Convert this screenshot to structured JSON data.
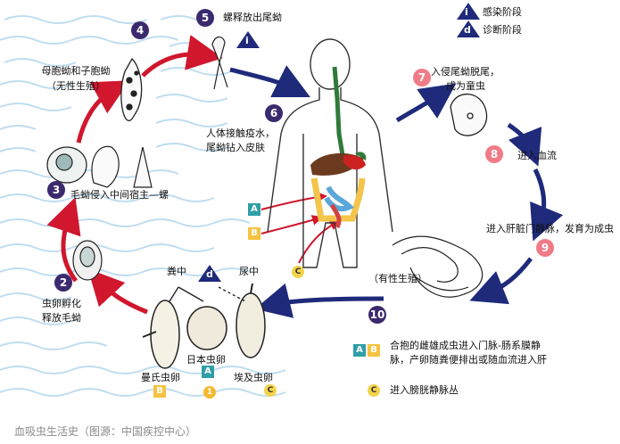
{
  "legend": {
    "infective_stage": "感染阶段",
    "diagnostic_stage": "诊断阶段",
    "infective_symbol": "i",
    "diagnostic_symbol": "d"
  },
  "steps": {
    "s2": {
      "num": "2",
      "text_lines": [
        "虫卵孵化",
        "释放毛蚴"
      ]
    },
    "s3": {
      "num": "3",
      "text": "毛蚴侵入中间宿主—螺"
    },
    "s4": {
      "num": "4",
      "text_lines": [
        "母胞蚴和子胞蚴",
        "（无性生殖）"
      ]
    },
    "s5": {
      "num": "5",
      "text": "螺释放出尾蚴"
    },
    "s6": {
      "num": "6",
      "text_lines": [
        "人体接触疫水，",
        "尾蚴钻入皮肤"
      ]
    },
    "s7": {
      "num": "7",
      "text_lines": [
        "入侵尾蚴脱尾，",
        "成为童虫"
      ]
    },
    "s8": {
      "num": "8",
      "text": "进入血流"
    },
    "s9": {
      "num": "9",
      "text": "进入肝脏门静脉，发育为成虫"
    },
    "s10": {
      "num": "10",
      "text_lines": [
        "合抱的雌雄成虫进入门脉-肠系膜静",
        "脉，产卵随粪便排出或随血流进入肝"
      ]
    }
  },
  "adult_label": "（有性生殖）",
  "labels": {
    "feces": "粪中",
    "urine": "尿中",
    "mansoni": "曼氏虫卵",
    "japonicum": "日本虫卵",
    "haematobium": "埃及虫卵",
    "bladder": "进入膀胱静脉丛"
  },
  "markers": {
    "A": "A",
    "B": "B",
    "C": "C",
    "one": "1"
  },
  "caption": "血吸虫生活史（图源：中国疾控中心）",
  "colors": {
    "red_arrow": "#d0172d",
    "blue_arrow": "#1f2a7a",
    "num_dark": "#3b2a6e",
    "num_pink": "#f07b87",
    "water": "#d8ecf7",
    "marker_A": "#2f9fa6",
    "marker_B": "#f5c242"
  }
}
